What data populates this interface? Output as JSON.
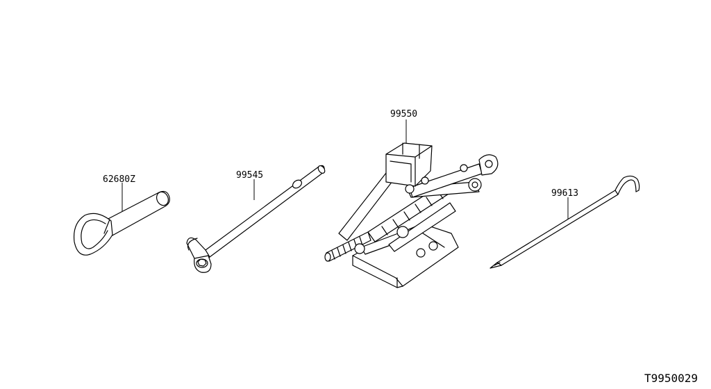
{
  "parts": [
    {
      "id": "tow-hook",
      "number": "62680Z"
    },
    {
      "id": "wheel-wrench",
      "number": "99545"
    },
    {
      "id": "jack",
      "number": "99550"
    },
    {
      "id": "jack-handle",
      "number": "99613"
    }
  ],
  "diagram_code": "T9950029"
}
